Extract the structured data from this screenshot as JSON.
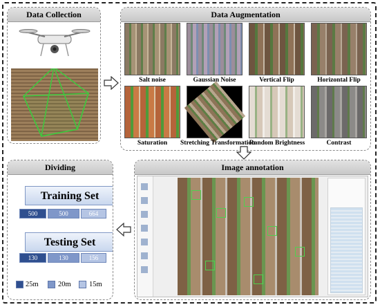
{
  "collection": {
    "title": "Data Collection"
  },
  "augmentation": {
    "title": "Data Augmentation",
    "items": [
      {
        "label": "Salt noise"
      },
      {
        "label": "Gaussian Noise"
      },
      {
        "label": "Vertical Flip"
      },
      {
        "label": "Horizontal Flip"
      },
      {
        "label": "Saturation"
      },
      {
        "label": "Stretching Transformation"
      },
      {
        "label": "Random Brightness"
      },
      {
        "label": "Contrast"
      }
    ]
  },
  "annotation": {
    "title": "Image annotation"
  },
  "dividing": {
    "title": "Dividing",
    "training": {
      "label": "Training Set",
      "counts": [
        "500",
        "500",
        "664"
      ]
    },
    "testing": {
      "label": "Testing Set",
      "counts": [
        "130",
        "130",
        "156"
      ]
    },
    "legend": [
      {
        "label": "25m",
        "color": "#2f4f8f"
      },
      {
        "label": "20m",
        "color": "#7f97c9"
      },
      {
        "label": "15m",
        "color": "#b5c5e4"
      }
    ]
  },
  "colors": {
    "soil": "#a98a63",
    "crop": "#5c8a3c",
    "frame": "#8a8a8a"
  }
}
